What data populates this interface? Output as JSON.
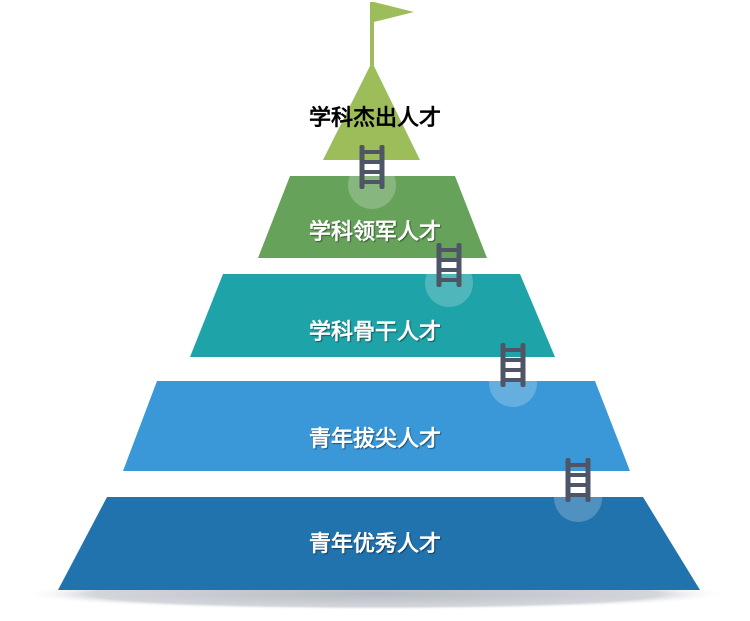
{
  "pyramid": {
    "tiers": [
      {
        "label": "学科杰出人才",
        "color": "#9dbd5a"
      },
      {
        "label": "学科领军人才",
        "color": "#66a25a"
      },
      {
        "label": "学科骨干人才",
        "color": "#1ea3a8"
      },
      {
        "label": "青年拔尖人才",
        "color": "#3a98d8"
      },
      {
        "label": "青年优秀人才",
        "color": "#2173ad"
      }
    ],
    "flag_color": "#9dbd5a",
    "ladder_color": "#4e5566",
    "icons": [
      "flag-icon",
      "ladder-icon"
    ]
  }
}
